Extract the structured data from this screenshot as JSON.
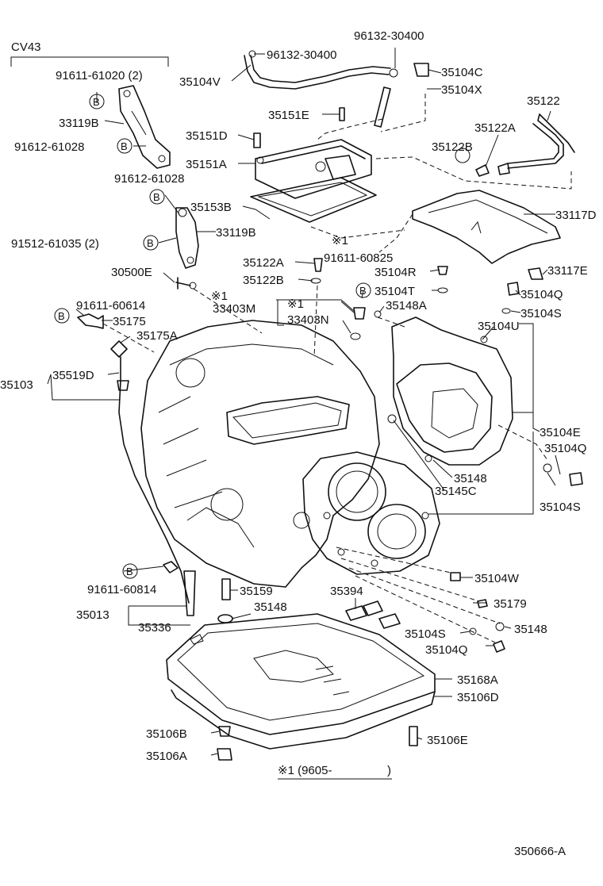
{
  "header": {
    "model": "CV43"
  },
  "callouts": {
    "bolt_bracket_91611_61020": "91611-61020 (2)",
    "b1": "B",
    "p33119B_upper": "33119B",
    "bolt_91612_left": "91612-61028",
    "b2": "B",
    "bolt_91612_lower": "91612-61028",
    "b3": "B",
    "p35153B": "35153B",
    "p33119B_lower": "33119B",
    "bolt_91512": "91512-61035 (2)",
    "b4": "B",
    "p30500E": "30500E",
    "b5": "B",
    "bolt_91611_60614": "91611-60614",
    "p35175": "35175",
    "p35175A": "35175A",
    "p35103": "35103",
    "p35519D": "35519D",
    "p96132_left": "96132-30400",
    "p96132_right": "96132-30400",
    "p35104V": "35104V",
    "p35104C": "35104C",
    "p35104X": "35104X",
    "p35151E": "35151E",
    "p35122": "35122",
    "p35151D": "35151D",
    "p35122A_top": "35122A",
    "p35122B_top": "35122B",
    "p35151A": "35151A",
    "p33117D": "33117D",
    "note1_a": "※1",
    "p35122A": "35122A",
    "bolt_91611_60825": "91611-60825",
    "p35104R": "35104R",
    "p33117E": "33117E",
    "p35122B": "35122B",
    "b6": "B",
    "p35104T": "35104T",
    "p35104Q_1": "35104Q",
    "note1_b": "※1",
    "p33403M": "33403M",
    "note1_c": "※1",
    "p35148A": "35148A",
    "p35104S_1": "35104S",
    "p33403N": "33403N",
    "p35104U": "35104U",
    "p35104E": "35104E",
    "p35104Q_2": "35104Q",
    "p35148_1": "35148",
    "p35145C": "35145C",
    "p35104S_2": "35104S",
    "b7": "B",
    "bolt_91611_60814": "91611-60814",
    "p35104W": "35104W",
    "p35159": "35159",
    "p35394": "35394",
    "p35179": "35179",
    "p35013": "35013",
    "p35148_2": "35148",
    "p35148_3": "35148",
    "p35336": "35336",
    "p35104S_3": "35104S",
    "p35104Q_3": "35104Q",
    "p35168A": "35168A",
    "p35106D": "35106D",
    "p35106B": "35106B",
    "p35106E": "35106E",
    "p35106A": "35106A",
    "footnote": "※1 (9605-",
    "footnote_close": ")",
    "diagram_id": "350666-A"
  }
}
